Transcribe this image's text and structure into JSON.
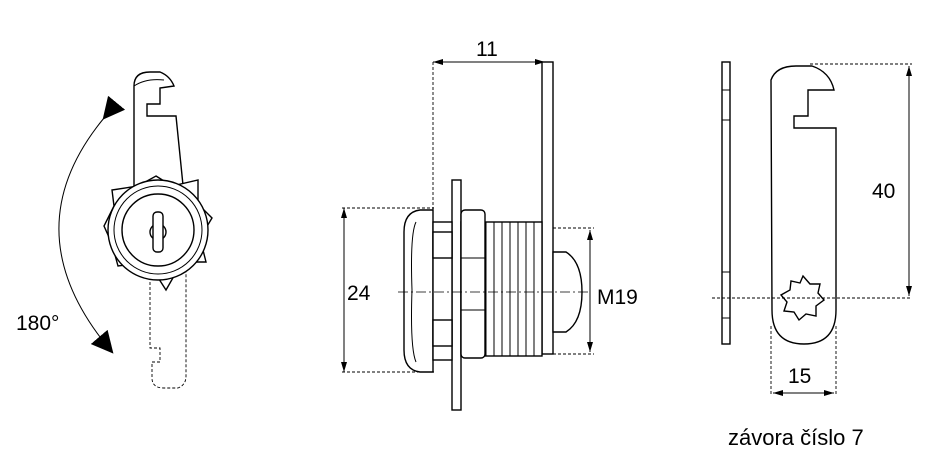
{
  "labels": {
    "rotation": "180°",
    "dim_depth": "11",
    "dim_height": "24",
    "dim_thread": "M19",
    "dim_length": "40",
    "dim_width": "15",
    "caption": "závora číslo 7"
  }
}
